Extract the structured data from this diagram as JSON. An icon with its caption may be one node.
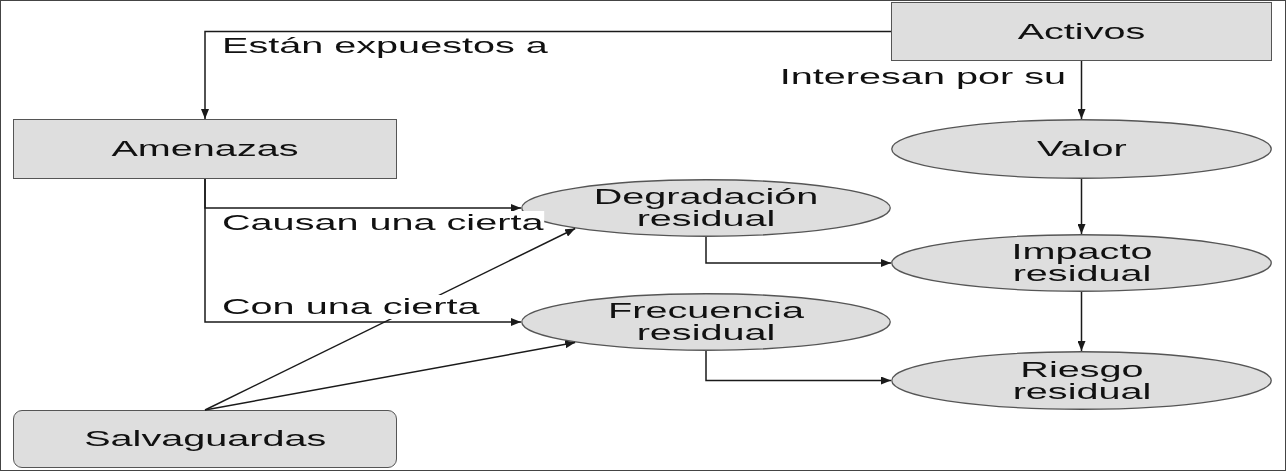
{
  "diagram": {
    "nodes": [
      {
        "text": [
          "Activos"
        ]
      },
      {
        "text": [
          "Amenazas"
        ]
      },
      {
        "text": [
          "Valor"
        ]
      },
      {
        "text": [
          "Degradación residual"
        ]
      },
      {
        "text": [
          "Impacto residual"
        ]
      },
      {
        "text": [
          "Frecuencia residual"
        ]
      },
      {
        "text": [
          "Riesgo residual"
        ]
      },
      {
        "text": [
          "Salvaguardas"
        ]
      }
    ],
    "edges": [
      {
        "from": 0,
        "to": 1,
        "arrow": "to",
        "label": "Están expuestos a"
      },
      {
        "from": 0,
        "to": 2,
        "arrow": "to",
        "label": "Interesan por su"
      },
      {
        "from": 1,
        "to": 3,
        "arrow": "to",
        "label": "Causan una cierta"
      },
      {
        "from": 1,
        "to": 5,
        "arrow": "to",
        "label": "Con una cierta"
      },
      {
        "from": 2,
        "to": 4,
        "arrow": "to"
      },
      {
        "from": 3,
        "to": 4,
        "arrow": "to"
      },
      {
        "from": 4,
        "to": 6,
        "arrow": "to"
      },
      {
        "from": 5,
        "to": 6,
        "arrow": "to"
      },
      {
        "from": 7,
        "to": 3,
        "arrow": "to"
      },
      {
        "from": 7,
        "to": 5,
        "arrow": "to"
      }
    ]
  }
}
